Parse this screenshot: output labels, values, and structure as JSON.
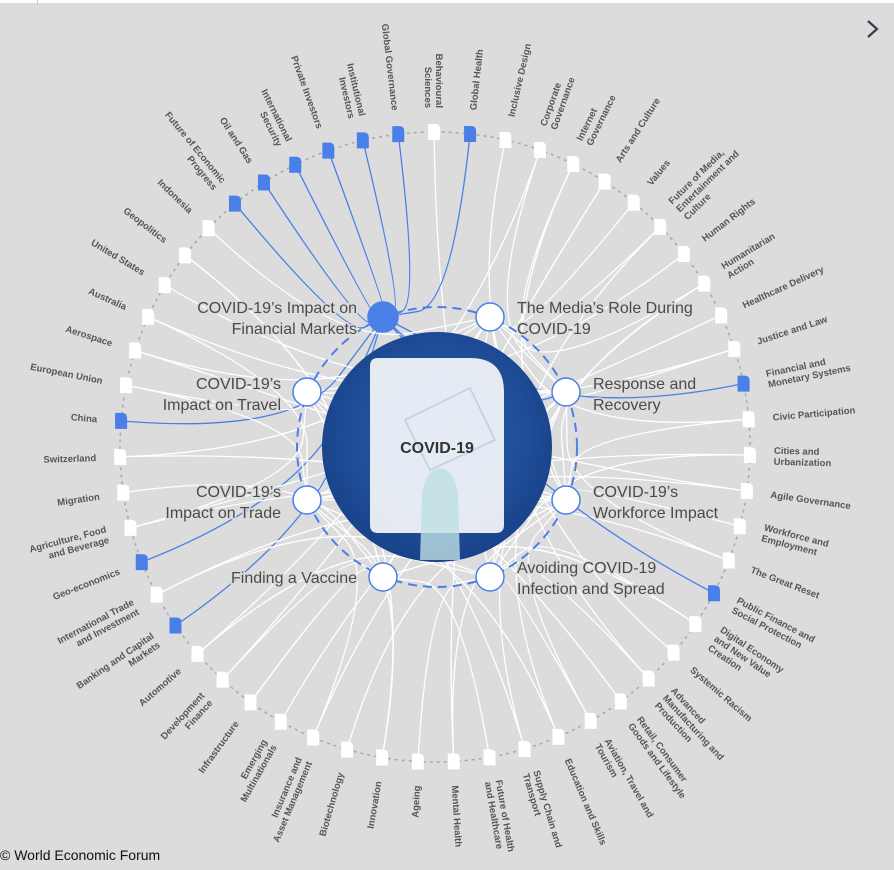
{
  "footer": "© World Economic Forum",
  "center_label": "COVID-19",
  "colors": {
    "accent": "#4a7fe8",
    "center": "#1f4f9c",
    "background": "#dcdcdc",
    "edge": "#ffffff"
  },
  "hubs": [
    {
      "lines": [
        "COVID-19’s Impact on",
        "Financial Markets"
      ],
      "active": true
    },
    {
      "lines": [
        "The Media’s Role During",
        "COVID-19"
      ]
    },
    {
      "lines": [
        "Response and",
        "Recovery"
      ]
    },
    {
      "lines": [
        "COVID-19’s",
        "Workforce Impact"
      ]
    },
    {
      "lines": [
        "Avoiding COVID-19",
        "Infection and Spread"
      ]
    },
    {
      "lines": [
        "Finding a Vaccine"
      ]
    },
    {
      "lines": [
        "COVID-19’s",
        "Impact on Trade"
      ]
    },
    {
      "lines": [
        "COVID-19’s",
        "Impact on Travel"
      ]
    }
  ],
  "nodes": [
    {
      "label": [
        "Global Governance"
      ],
      "active": true
    },
    {
      "label": [
        "Behavioural",
        "Sciences"
      ]
    },
    {
      "label": [
        "Global Health"
      ],
      "active": true
    },
    {
      "label": [
        "Inclusive Design"
      ]
    },
    {
      "label": [
        "Corporate",
        "Governance"
      ]
    },
    {
      "label": [
        "Internet",
        "Governance"
      ]
    },
    {
      "label": [
        "Arts and Culture"
      ]
    },
    {
      "label": [
        "Values"
      ]
    },
    {
      "label": [
        "Future of Media,",
        "Entertainment and",
        "Culture"
      ]
    },
    {
      "label": [
        "Human Rights"
      ]
    },
    {
      "label": [
        "Humanitarian",
        "Action"
      ]
    },
    {
      "label": [
        "Healthcare Delivery"
      ]
    },
    {
      "label": [
        "Justice and Law"
      ]
    },
    {
      "label": [
        "Financial and",
        "Monetary Systems"
      ],
      "active": true
    },
    {
      "label": [
        "Civic Participation"
      ]
    },
    {
      "label": [
        "Cities and",
        "Urbanization"
      ]
    },
    {
      "label": [
        "Agile Governance"
      ]
    },
    {
      "label": [
        "Workforce and",
        "Employment"
      ]
    },
    {
      "label": [
        "The Great Reset"
      ]
    },
    {
      "label": [
        "Public Finance and",
        "Social Protection"
      ],
      "active": true
    },
    {
      "label": [
        "Digital Economy",
        "and New Value",
        "Creation"
      ]
    },
    {
      "label": [
        "Systemic Racism"
      ]
    },
    {
      "label": [
        "Advanced",
        "Manufacturing and",
        "Production"
      ]
    },
    {
      "label": [
        "Retail, Consumer",
        "Goods and Lifestyle"
      ]
    },
    {
      "label": [
        "Aviation, Travel and",
        "Tourism"
      ]
    },
    {
      "label": [
        "Education and Skills"
      ]
    },
    {
      "label": [
        "Supply Chain and",
        "Transport"
      ]
    },
    {
      "label": [
        "Future of Health",
        "and Healthcare"
      ]
    },
    {
      "label": [
        "Mental Health"
      ]
    },
    {
      "label": [
        "Ageing"
      ]
    },
    {
      "label": [
        "Innovation"
      ]
    },
    {
      "label": [
        "Biotechnology"
      ]
    },
    {
      "label": [
        "Insurance and",
        "Asset Management"
      ]
    },
    {
      "label": [
        "Emerging",
        "Multinationals"
      ]
    },
    {
      "label": [
        "Infrastructure"
      ]
    },
    {
      "label": [
        "Development",
        "Finance"
      ]
    },
    {
      "label": [
        "Automotive"
      ]
    },
    {
      "label": [
        "Banking and Capital",
        "Markets"
      ],
      "active": true
    },
    {
      "label": [
        "International Trade",
        "and Investment"
      ]
    },
    {
      "label": [
        "Geo-economics"
      ],
      "active": true
    },
    {
      "label": [
        "Agriculture, Food",
        "and Beverage"
      ]
    },
    {
      "label": [
        "Migration"
      ]
    },
    {
      "label": [
        "Switzerland"
      ]
    },
    {
      "label": [
        "China"
      ],
      "active": true
    },
    {
      "label": [
        "European Union"
      ]
    },
    {
      "label": [
        "Aerospace"
      ]
    },
    {
      "label": [
        "Australia"
      ]
    },
    {
      "label": [
        "United States"
      ]
    },
    {
      "label": [
        "Geopolitics"
      ]
    },
    {
      "label": [
        "Indonesia"
      ]
    },
    {
      "label": [
        "Future of Economic",
        "Progress"
      ],
      "active": true
    },
    {
      "label": [
        "Oil and Gas"
      ],
      "active": true
    },
    {
      "label": [
        "International",
        "Security"
      ],
      "active": true
    },
    {
      "label": [
        "Private Investors"
      ],
      "active": true
    },
    {
      "label": [
        "Institutional",
        "Investors"
      ],
      "active": true
    }
  ]
}
